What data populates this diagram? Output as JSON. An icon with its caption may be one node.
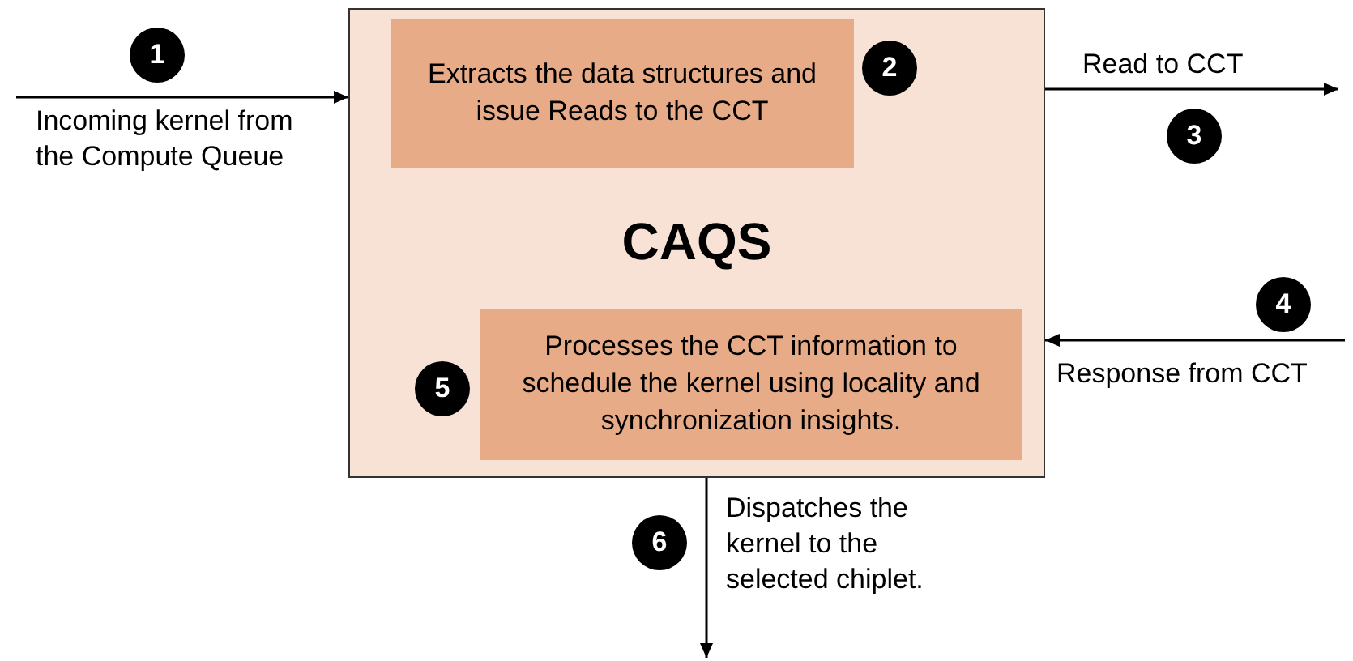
{
  "diagram": {
    "nodes": [
      {
        "text": [
          "1"
        ]
      },
      {
        "text": [
          "CAQS"
        ]
      },
      {
        "text": [
          "Extracts the data structures and issue Reads to the CCT"
        ],
        "in": 1
      },
      {
        "text": [
          "2"
        ],
        "in": 1
      },
      {
        "text": [
          "3"
        ]
      },
      {
        "text": [
          "4"
        ]
      },
      {
        "text": [
          "Processes the CCT information to schedule the kernel using locality and synchronization insights."
        ],
        "in": 1
      },
      {
        "text": [
          "5"
        ],
        "in": 1
      },
      {
        "text": [
          "6"
        ]
      }
    ],
    "edges": [
      {
        "from": null,
        "to": 1,
        "arrow": "to",
        "label": "Incoming kernel from the Compute Queue"
      },
      {
        "from": 1,
        "to": null,
        "arrow": "to",
        "label": "Read to CCT"
      },
      {
        "from": null,
        "to": 1,
        "arrow": "to",
        "label": "Response from CCT"
      },
      {
        "from": 1,
        "to": null,
        "arrow": "to",
        "label": "Dispatches the kernel to the selected chiplet."
      }
    ]
  }
}
